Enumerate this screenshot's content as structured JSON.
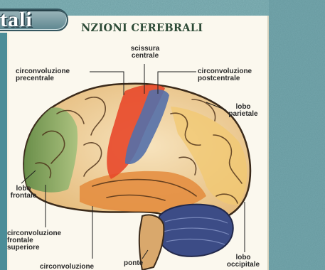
{
  "header": {
    "tab_label": "tali",
    "title": "NZIONI CEREBRALI"
  },
  "labels": {
    "scissura_centrale": [
      "scissura",
      "centrale"
    ],
    "circonvoluzione_precentrale": [
      "circonvoluzione",
      "precentrale"
    ],
    "circonvoluzione_postcentrale": [
      "circonvoluzione",
      "postcentrale"
    ],
    "lobo_parietale": [
      "lobo",
      "parietale"
    ],
    "lobo_frontale": [
      "lobo",
      "frontale"
    ],
    "circonvoluzione_frontale_superiore": [
      "circonvoluzione",
      "frontale",
      "superiore"
    ],
    "circonvoluzione_bottom": "circonvoluzione",
    "ponte": "ponte",
    "lobo_occipitale": [
      "lobo",
      "occipitale"
    ]
  },
  "colors": {
    "frontal": "#7aa05a",
    "precentral": "#e84a2a",
    "central": "#4f6ea8",
    "parietal": "#f2c56e",
    "temporal": "#e4893a",
    "cerebellum": "#3c4c86",
    "brain_base": "#f1d6a6",
    "background_teal": "#5f9097"
  }
}
